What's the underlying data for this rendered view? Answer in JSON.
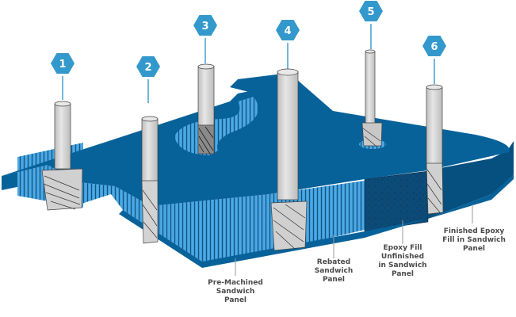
{
  "diagram": {
    "title": "Router bits machining a honeycomb sandwich panel",
    "colors": {
      "panel_top": "#07629a",
      "panel_edge": "#05507f",
      "honeycomb": "#3a9ad8",
      "honeycomb_dark": "#1d6fa8",
      "epoxy": "#0c4a78",
      "marker": "#3399cc",
      "tool_shank": "#d9d9d9",
      "tool_outline": "#555555",
      "label_text": "#4a4a4a",
      "leader_line": "#888888"
    },
    "markers": [
      {
        "number": "1"
      },
      {
        "number": "2"
      },
      {
        "number": "3"
      },
      {
        "number": "4"
      },
      {
        "number": "5"
      },
      {
        "number": "6"
      }
    ],
    "callouts": [
      {
        "text": "Pre-Machined\nSandwich\nPanel"
      },
      {
        "text": "Rebated\nSandwich\nPanel"
      },
      {
        "text": "Epoxy Fill\nUnfinished\nin Sandwich\nPanel"
      },
      {
        "text": "Finished Epoxy\nFill in Sandwich\nPanel"
      }
    ]
  }
}
